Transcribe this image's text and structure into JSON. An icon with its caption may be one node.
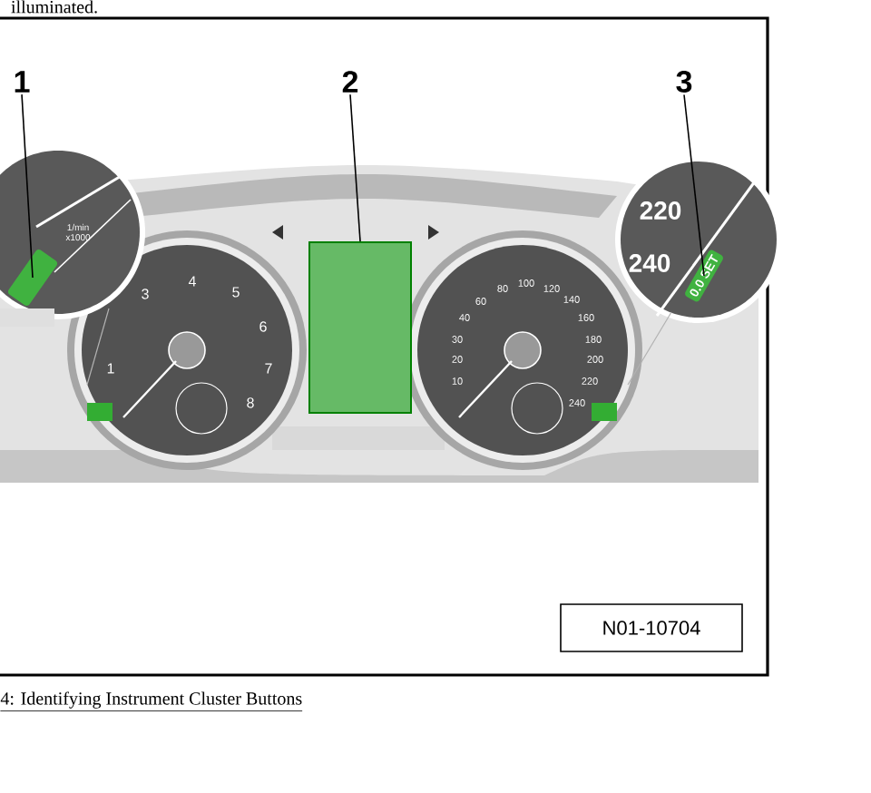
{
  "diagram": {
    "caption": "4: Identifying Instrument Cluster Buttons",
    "nodes": [
      {
        "text": [
          "1"
        ]
      },
      {
        "text": [
          "2"
        ]
      },
      {
        "text": [
          "3"
        ]
      },
      {
        "text": [],
        "shape": "box"
      },
      {
        "text": [],
        "shape": "box"
      },
      {
        "text": [
          "0.0 SET"
        ]
      },
      {
        "text": [
          "N01-10704"
        ]
      }
    ],
    "edges": [
      {
        "from": 0,
        "to": 3,
        "arrow": "none"
      },
      {
        "from": 1,
        "to": 4,
        "arrow": "none"
      },
      {
        "from": 2,
        "to": 5,
        "arrow": "none"
      }
    ],
    "labels": [
      "illuminated.",
      "1/min x1000",
      "3",
      "4",
      "5",
      "6",
      "7",
      "8",
      "1",
      "10",
      "20",
      "30",
      "40",
      "60",
      "80",
      "100",
      "120",
      "140",
      "160",
      "180",
      "200",
      "220",
      "240",
      "220",
      "240"
    ]
  }
}
